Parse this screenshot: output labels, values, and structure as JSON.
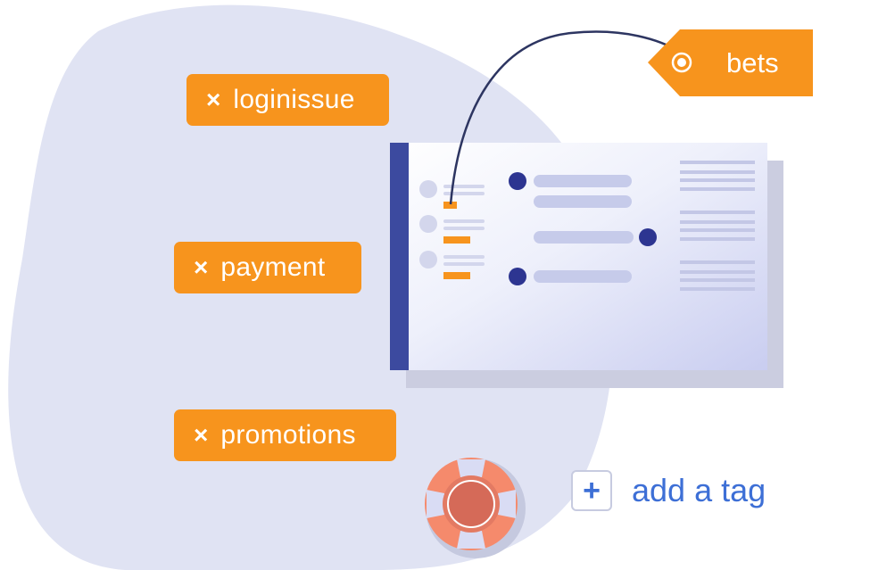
{
  "colors": {
    "accent": "#f7941d",
    "blob": "#e0e3f3",
    "sidebar": "#3c4a9f",
    "dot": "#2d3591",
    "link": "#3d6fd6"
  },
  "tags": [
    {
      "remove_icon": "×",
      "label": "loginissue"
    },
    {
      "remove_icon": "×",
      "label": "payment"
    },
    {
      "remove_icon": "×",
      "label": "promotions"
    }
  ],
  "new_tag": {
    "label": "bets",
    "icon": "target-icon"
  },
  "add_tag": {
    "plus": "+",
    "label": "add a tag"
  },
  "decor": {
    "lifebuoy": "lifebuoy-icon",
    "window": "ticket-window"
  }
}
